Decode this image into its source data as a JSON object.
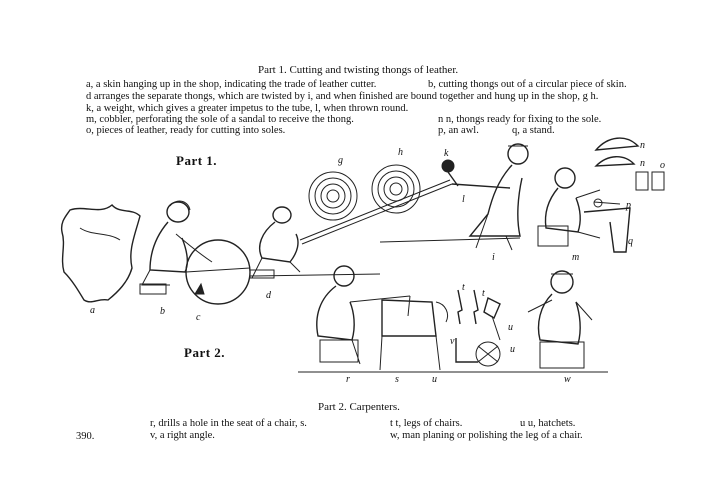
{
  "part1": {
    "title": "Part 1.  Cutting and twisting thongs of leather.",
    "captions": [
      "a, a skin hanging up in the shop, indicating the trade of leather cutter.",
      "b, cutting thongs out of a circular piece of skin.",
      "d arranges the separate thongs, which are twisted by i, and when finished are bound together and hung up in the shop, g h.",
      "k, a weight, which gives a greater impetus to the tube, l, when thrown round.",
      "m, cobbler, perforating the sole of a sandal to receive the thong.",
      "n n, thongs ready for fixing to the sole.",
      "o, pieces of leather, ready for cutting into soles.",
      "p, an awl.",
      "q, a stand."
    ],
    "label": "Part 1.",
    "letters": [
      "a",
      "b",
      "c",
      "d",
      "g",
      "h",
      "k",
      "l",
      "i",
      "m",
      "n",
      "n",
      "o",
      "p",
      "q"
    ]
  },
  "part2": {
    "label": "Part 2.",
    "title": "Part 2.  Carpenters.",
    "letters": [
      "r",
      "s",
      "t",
      "t",
      "u",
      "u",
      "v",
      "u",
      "w"
    ],
    "captions": [
      "r, drills a hole in the seat of a chair, s.",
      "t t, legs of chairs.",
      "u u, hatchets.",
      "v, a right angle.",
      "w, man planing or polishing the leg of a chair."
    ]
  },
  "page_number": "390."
}
